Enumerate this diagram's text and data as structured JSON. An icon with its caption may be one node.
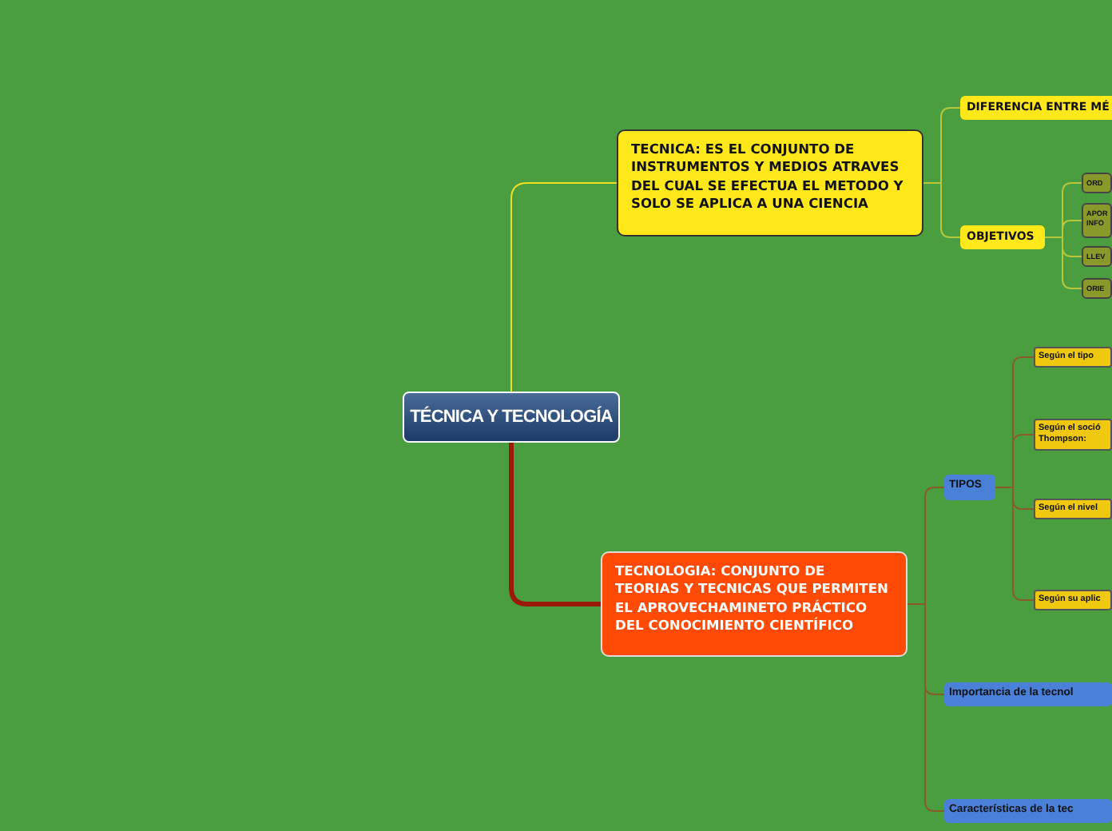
{
  "diagram": {
    "nodes": [
      {
        "text": [
          "TÉCNICA Y TECNOLOGÍA"
        ]
      },
      {
        "text": [
          "TECNICA: ES EL CONJUNTO DE INSTRUMENTOS Y MEDIOS ATRAVES DEL CUAL SE EFECTUA EL METODO Y SOLO SE APLICA A UNA CIENCIA"
        ]
      },
      {
        "text": [
          "DIFERENCIA ENTRE MÉ"
        ]
      },
      {
        "text": [
          "OBJETIVOS"
        ]
      },
      {
        "text": [
          "ORD"
        ]
      },
      {
        "text": [
          "APOR INFO"
        ]
      },
      {
        "text": [
          "LLEV"
        ]
      },
      {
        "text": [
          "ORIE"
        ]
      },
      {
        "text": [
          "TECNOLOGIA: CONJUNTO DE TEORIAS Y TECNICAS QUE PERMITEN EL APROVECHAMINETO PRÁCTICO DEL CONOCIMIENTO CIENTÍFICO"
        ]
      },
      {
        "text": [
          "TIPOS"
        ]
      },
      {
        "text": [
          "Según el tipo"
        ]
      },
      {
        "text": [
          "Según el soció Thompson:"
        ]
      },
      {
        "text": [
          "Según el nivel"
        ]
      },
      {
        "text": [
          "Según su aplic"
        ]
      },
      {
        "text": [
          "Importancia de la tecnol"
        ]
      },
      {
        "text": [
          "Características de la tec"
        ]
      }
    ],
    "edges": [
      {
        "from": 0,
        "to": 1,
        "arrow": "none",
        "color": "#f0e020"
      },
      {
        "from": 0,
        "to": 8,
        "arrow": "none",
        "style": "thick",
        "color": "#9a1a0a"
      },
      {
        "from": 1,
        "to": 2,
        "arrow": "none",
        "color": "#b8c83a"
      },
      {
        "from": 1,
        "to": 3,
        "arrow": "none",
        "color": "#b8c83a"
      },
      {
        "from": 3,
        "to": 4,
        "arrow": "none",
        "color": "#b8c83a"
      },
      {
        "from": 3,
        "to": 5,
        "arrow": "none",
        "color": "#b8c83a"
      },
      {
        "from": 3,
        "to": 6,
        "arrow": "none",
        "color": "#b8c83a"
      },
      {
        "from": 3,
        "to": 7,
        "arrow": "none",
        "color": "#b8c83a"
      },
      {
        "from": 8,
        "to": 9,
        "arrow": "none"
      },
      {
        "from": 8,
        "to": 14,
        "arrow": "none"
      },
      {
        "from": 8,
        "to": 15,
        "arrow": "none"
      },
      {
        "from": 9,
        "to": 10,
        "arrow": "none"
      },
      {
        "from": 9,
        "to": 11,
        "arrow": "none"
      },
      {
        "from": 9,
        "to": 12,
        "arrow": "none"
      },
      {
        "from": 9,
        "to": 13,
        "arrow": "none"
      }
    ]
  }
}
